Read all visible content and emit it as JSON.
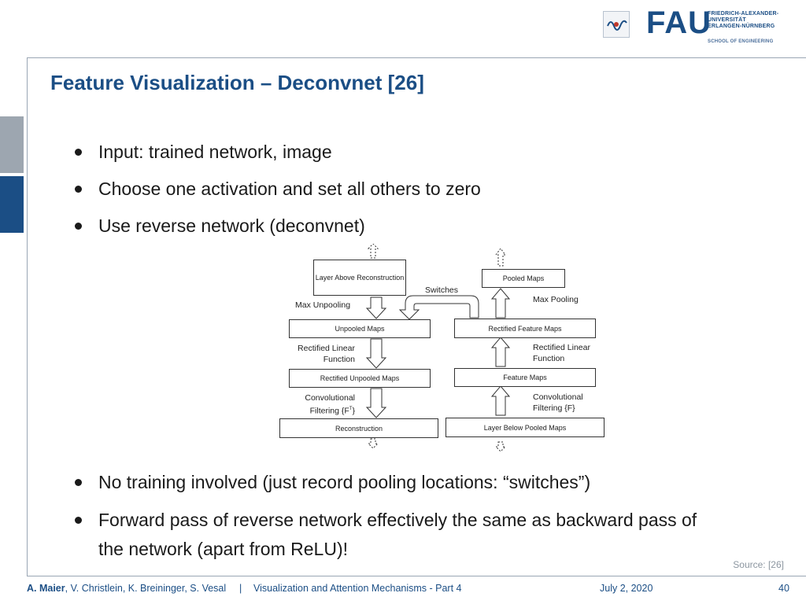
{
  "header": {
    "logo_text": "FAU",
    "university_lines": [
      "FRIEDRICH-ALEXANDER-",
      "UNIVERSITÄT",
      "ERLANGEN-NÜRNBERG"
    ],
    "school": "SCHOOL OF ENGINEERING",
    "brand_color": "#1b4e85"
  },
  "slide": {
    "title": "Feature Visualization – Deconvnet [26]",
    "bullets_top": [
      "Input: trained network, image",
      "Choose one activation and set all others to zero",
      "Use reverse network (deconvnet)"
    ],
    "bullets_bottom": [
      "No training involved (just record pooling locations: “switches”)",
      "Forward pass of reverse network effectively the same as backward pass of",
      "the network (apart from ReLU)!"
    ],
    "source": "Source: [26]"
  },
  "diagram": {
    "left_boxes": [
      "Layer Above Reconstruction",
      "Unpooled Maps",
      "Rectified Unpooled Maps",
      "Reconstruction"
    ],
    "right_boxes": [
      "Pooled Maps",
      "Rectified Feature Maps",
      "Feature Maps",
      "Layer Below Pooled Maps"
    ],
    "left_labels": [
      "Max Unpooling",
      "Rectified Linear",
      "Function",
      "Convolutional",
      "Filtering {F",
      "T",
      "}"
    ],
    "right_labels": [
      "Max Pooling",
      "Rectified Linear",
      "Function",
      "Convolutional",
      "Filtering {F}"
    ],
    "switches_label": "Switches"
  },
  "footer": {
    "first_author": "A. Maier",
    "other_authors": ", V. Christlein, K. Breininger, S. Vesal",
    "separator": "|",
    "lecture": "Visualization and Attention Mechanisms - Part 4",
    "date": "July 2, 2020",
    "page": "40"
  }
}
